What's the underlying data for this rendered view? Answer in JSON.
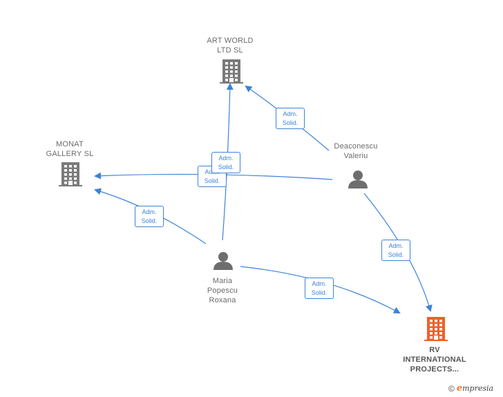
{
  "colors": {
    "edge": "#3b82d8",
    "company": "#7a7a7a",
    "company_highlight": "#f0602a",
    "person": "#6e6e6e"
  },
  "nodes": [
    {
      "id": "art-world",
      "type": "company",
      "label": "ART WORLD\nLTD  SL",
      "icon": "building-icon"
    },
    {
      "id": "monat-gallery",
      "type": "company",
      "label": "MONAT\nGALLERY  SL",
      "icon": "building-icon"
    },
    {
      "id": "rv-international",
      "type": "company",
      "highlight": true,
      "label": "RV\nINTERNATIONAL\nPROJECTS...",
      "icon": "building-icon"
    },
    {
      "id": "deaconescu",
      "type": "person",
      "label": "Deaconescu\nValeriu",
      "icon": "person-icon"
    },
    {
      "id": "maria",
      "type": "person",
      "label": "Maria\nPopescu\nRoxana",
      "icon": "person-icon"
    }
  ],
  "edges": [
    {
      "from": "deaconescu",
      "to": "art-world",
      "label": "Adm.\nSolid."
    },
    {
      "from": "deaconescu",
      "to": "monat-gallery",
      "label": "Adm.\nSolid."
    },
    {
      "from": "deaconescu",
      "to": "rv-international",
      "label": "Adm.\nSolid."
    },
    {
      "from": "maria",
      "to": "art-world",
      "label": "Adm.\nSolid."
    },
    {
      "from": "maria",
      "to": "monat-gallery",
      "label": "Adm.\nSolid."
    },
    {
      "from": "maria",
      "to": "rv-international",
      "label": "Adm.\nSolid."
    }
  ],
  "footer": {
    "copyright_symbol": "©",
    "brand_initial": "e",
    "brand_rest": "mpresia"
  }
}
